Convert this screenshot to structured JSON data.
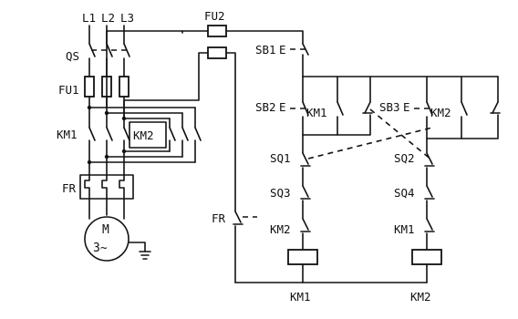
{
  "labels": {
    "l1": "L1",
    "l2": "L2",
    "l3": "L3",
    "qs": "QS",
    "fu1": "FU1",
    "km1_main": "KM1",
    "km2_main": "KM2",
    "fr_main": "FR",
    "motor_m": "M",
    "motor_phase": "3~",
    "fu2": "FU2",
    "sb1": "SB1",
    "sb2": "SB2",
    "km1_hold": "KM1",
    "sb3": "SB3",
    "km2_hold": "KM2",
    "sq1": "SQ1",
    "sq2": "SQ2",
    "sq3": "SQ3",
    "sq4": "SQ4",
    "fr_ctrl": "FR",
    "km2_interlock": "KM2",
    "km1_interlock": "KM1",
    "e_sb1": "E",
    "e_sb2": "E",
    "e_sb3": "E",
    "coil_km1": "KM1",
    "coil_km2": "KM2"
  }
}
